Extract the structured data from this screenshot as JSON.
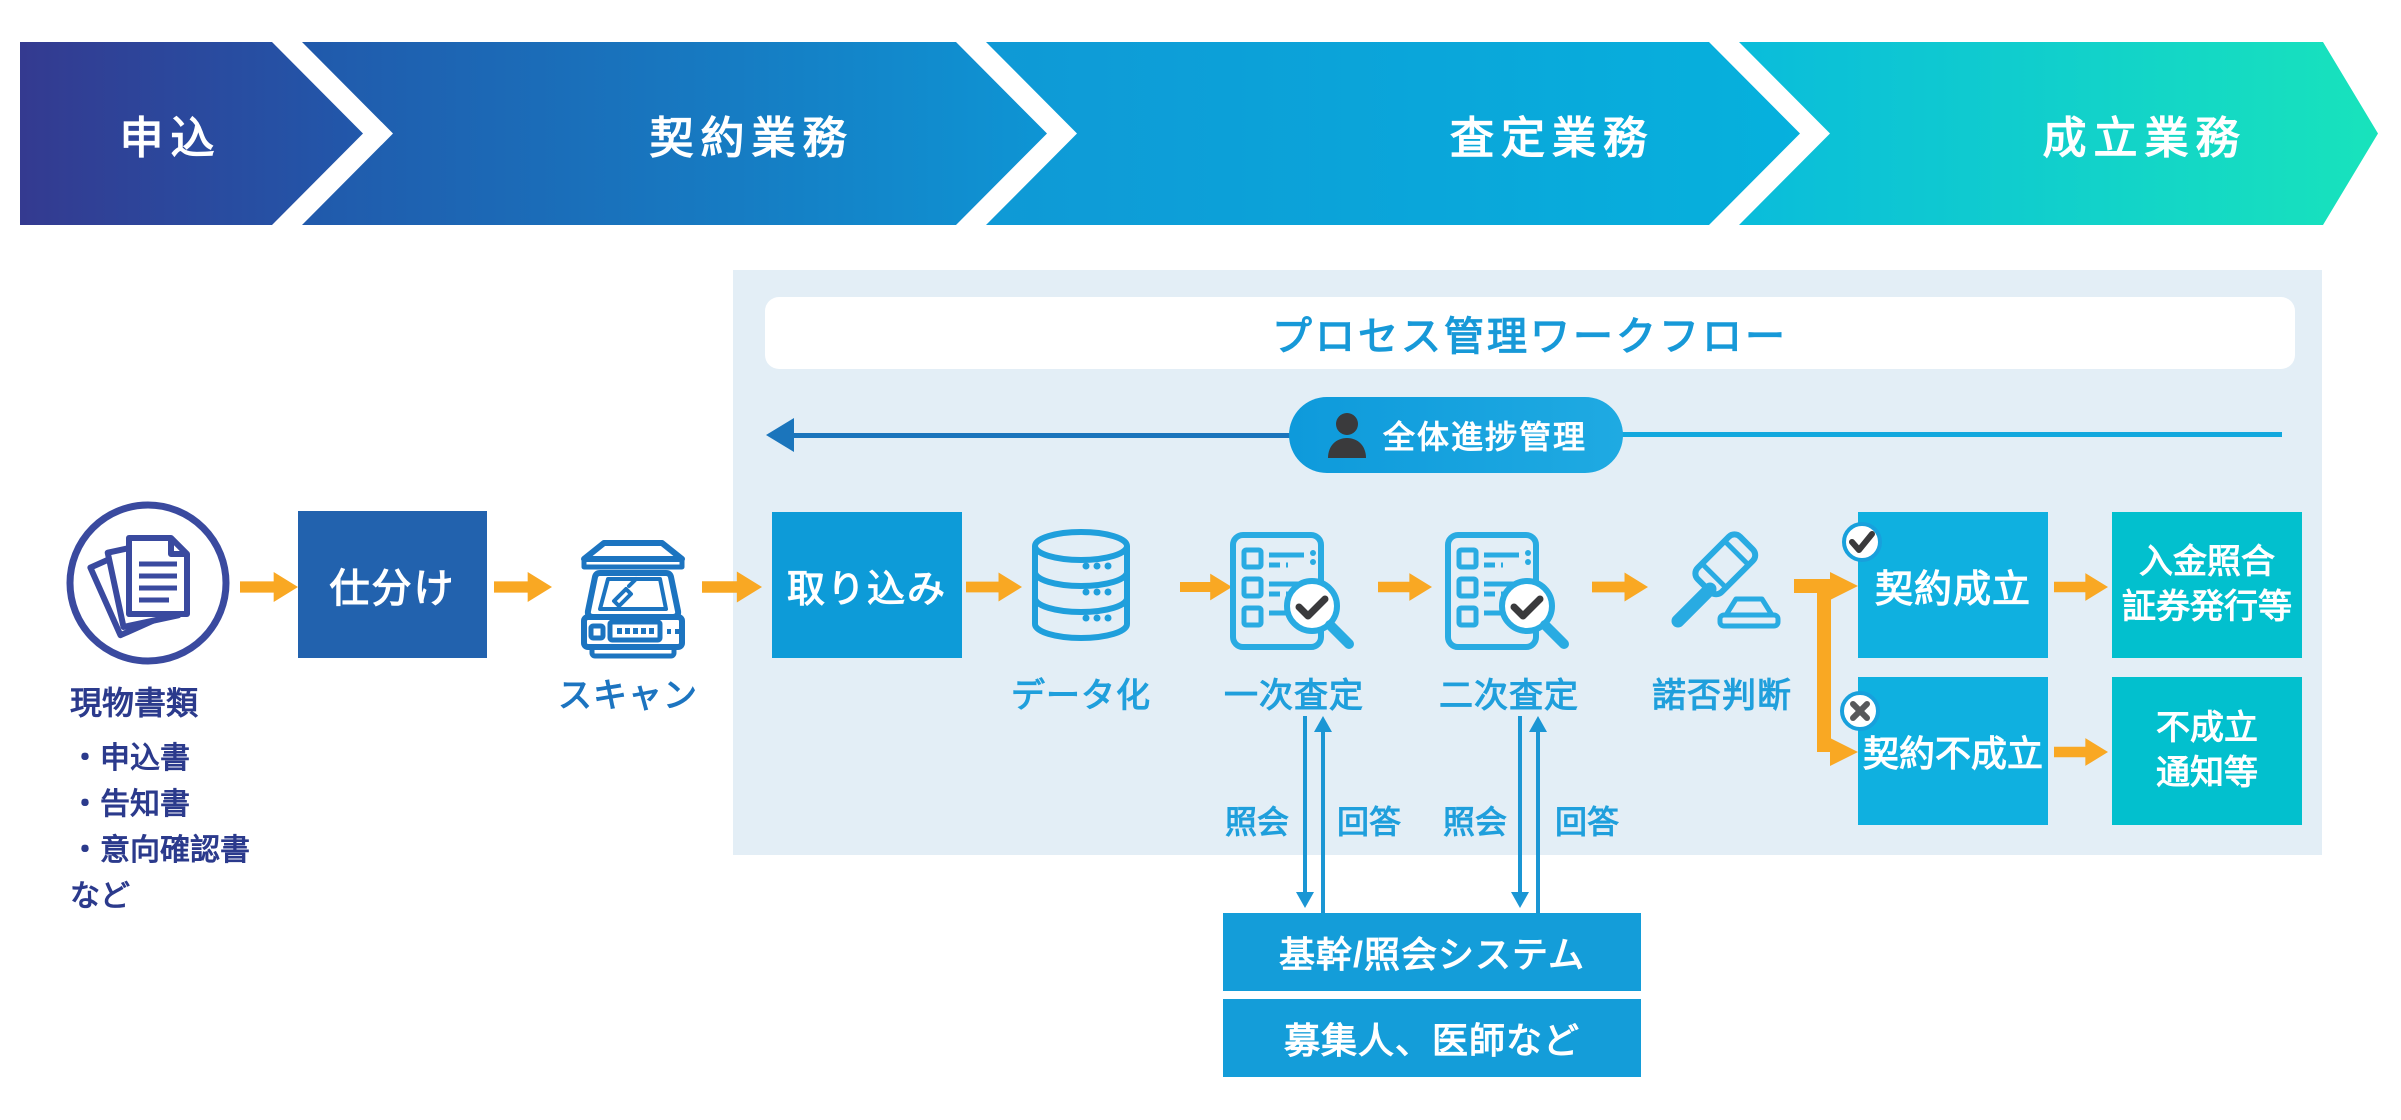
{
  "banner": {
    "segments": [
      {
        "label": "申込"
      },
      {
        "label": "契約業務"
      },
      {
        "label": "査定業務"
      },
      {
        "label": "成立業務"
      }
    ]
  },
  "panel": {
    "title": "プロセス管理ワークフロー",
    "progress": {
      "label": "全体進捗管理",
      "icon": "person-icon"
    }
  },
  "flow": {
    "documents": {
      "icon": "documents-circle-icon",
      "label": "現物書類",
      "items": [
        "・申込書",
        "・告知書",
        "・意向確認書",
        "など"
      ]
    },
    "sort": {
      "label": "仕分け"
    },
    "scan": {
      "icon": "scanner-icon",
      "label": "スキャン"
    },
    "import": {
      "label": "取り込み"
    },
    "digitize": {
      "icon": "database-icon",
      "label": "データ化"
    },
    "first": {
      "icon": "checklist-magnifier-icon",
      "label": "一次査定"
    },
    "second": {
      "icon": "checklist-magnifier-icon",
      "label": "二次査定"
    },
    "decision": {
      "icon": "gavel-icon",
      "label": "諾否判断"
    },
    "approved": {
      "label": "契約成立",
      "badge": "check-circle-icon"
    },
    "rejected": {
      "label": "契約不成立",
      "badge": "cross-circle-icon"
    },
    "payment": {
      "line1": "入金照合",
      "line2": "証券発行等"
    },
    "notice": {
      "line1": "不成立",
      "line2": "通知等"
    }
  },
  "inquiry": {
    "labels": [
      "照会",
      "回答",
      "照会",
      "回答"
    ],
    "system": "基幹/照会システム",
    "people": "募集人、医師など"
  },
  "colors": {
    "banner_start": "#343A90",
    "banner_end": "#18E3BC",
    "panel_bg": "#E3EEF6",
    "accent_orange": "#F9A823",
    "navy_text": "#2B3A8C",
    "royal_blue": "#1C74C0",
    "icon_blue": "#29ABE2",
    "bright_blue_box": "#0D9BD8",
    "cyan_blue_box": "#0FB0E0",
    "teal_box": "#02C0CE",
    "mid_blue_box": "#2262AE",
    "title_blue": "#1799D8",
    "line_blue": "#1B75BC"
  }
}
